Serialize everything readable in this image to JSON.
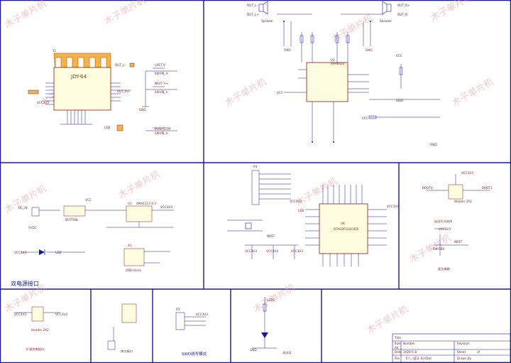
{
  "sections": {
    "dual_power": "双电源接口",
    "swd": "SWD烧写模式",
    "test": "测试口",
    "boot_select": "启动方式选择",
    "reset": "复位电路",
    "ext_power": "扩展供电接口",
    "serial": "串口接口"
  },
  "bt_module": {
    "name": "JDY-64",
    "ref": "Y1"
  },
  "amp": {
    "ref": "U2",
    "name": "PAM8403"
  },
  "mcu": {
    "ref": "U4",
    "name": "STM32F103C8T6"
  },
  "regulator": {
    "ref": "U3",
    "name": "AMS1117-3.3"
  },
  "usb": {
    "ref": "X1",
    "name": "USB-micro"
  },
  "buttons": {
    "last": "LAST V-",
    "next": "NEXT V+",
    "play": "PLAY/STOP",
    "sw_label": "SW-PB_V",
    "power": "BUTTON",
    "reset": "SW-PB0"
  },
  "speakers": {
    "left": "OUT_L-",
    "left_p": "OUT_L+",
    "right": "OUT_R+",
    "right_n": "OUT_R-",
    "lbl": "Speaker"
  },
  "nets": {
    "vcc": "VCC",
    "vcc33": "VCC3V3",
    "gnd": "GND",
    "vbat": "VBAT",
    "dc_in": "DC_IN",
    "vin": "5VDC",
    "led": "LED",
    "boot0": "BOOT0",
    "boot1": "BOOT1",
    "nrst": "NRST"
  },
  "connectors": {
    "ext": "Header 2X2",
    "serial": "P4",
    "swd": "P3",
    "test_led": "LED1"
  },
  "title_block": {
    "title": "Title",
    "number": "Number",
    "revision": "Revision",
    "size": "Size",
    "size_val": "A4",
    "date": "Date",
    "date_val": "2020-5-8",
    "sheet": "Sheet",
    "of": "of",
    "file": "File",
    "file_val": "E:\\...\\蓝牙.SchDoc",
    "drawn": "Drawn By"
  },
  "watermark": "木子单片机"
}
